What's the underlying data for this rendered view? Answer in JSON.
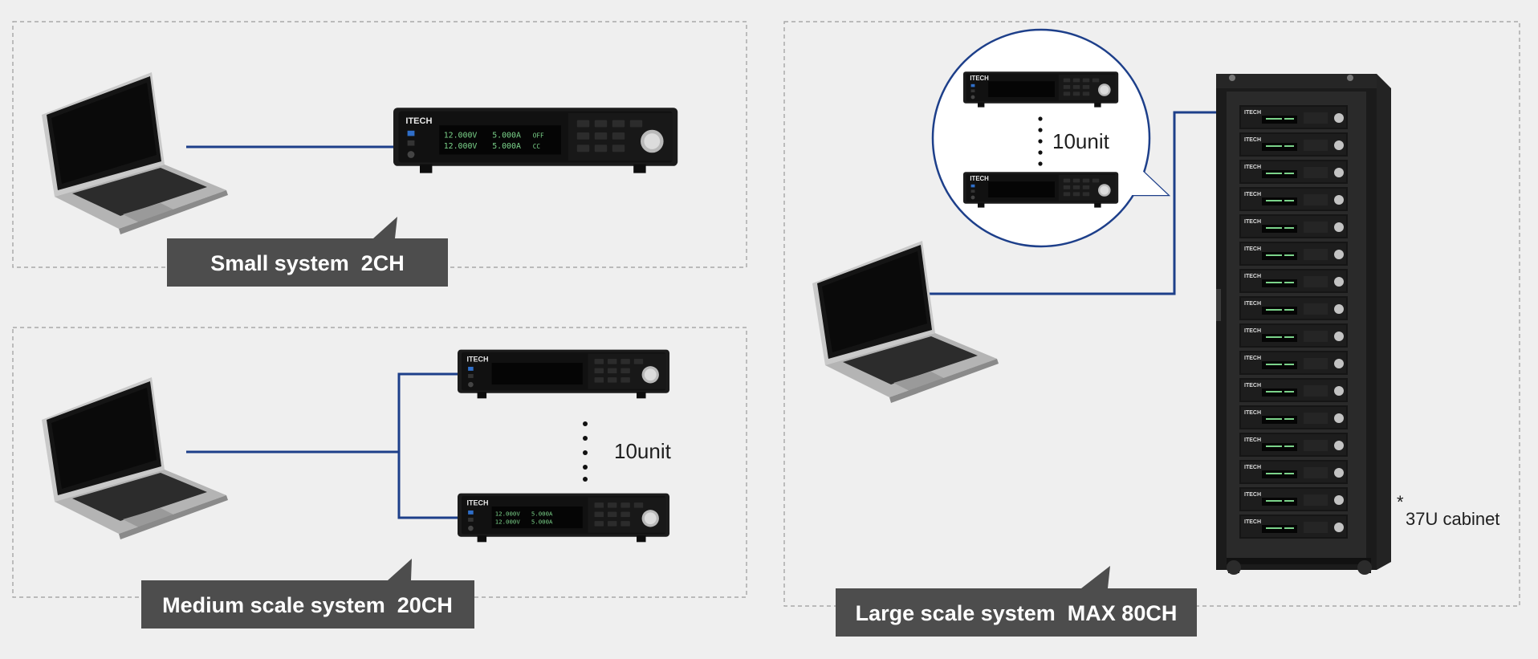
{
  "colors": {
    "background": "#efefef",
    "connector": "#1d3f8a",
    "callout_fill": "#4d4d4d",
    "callout_text": "#ffffff",
    "device_body": "#1b1b1b",
    "display_text": "#7bd38a",
    "dashed_border": "#9a9a9a"
  },
  "systems": {
    "small": {
      "label": "Small system  2CH"
    },
    "medium": {
      "label": "Medium scale system  20CH",
      "count_label": "10unit"
    },
    "large": {
      "label": "Large scale system  MAX 80CH",
      "count_label": "10unit",
      "cabinet_note": "37U cabinet",
      "cabinet_mark": "*"
    }
  },
  "device": {
    "brand": "ITECH",
    "voltage_1": "12.000V",
    "voltage_2": "12.000V",
    "current_1": "5.000A",
    "current_2": "5.000A",
    "state_1": "OFF",
    "state_2": "CC"
  },
  "icons": {
    "laptop": "laptop-icon",
    "power_supply": "dc-power-supply-icon",
    "rack": "rack-cabinet-icon"
  }
}
